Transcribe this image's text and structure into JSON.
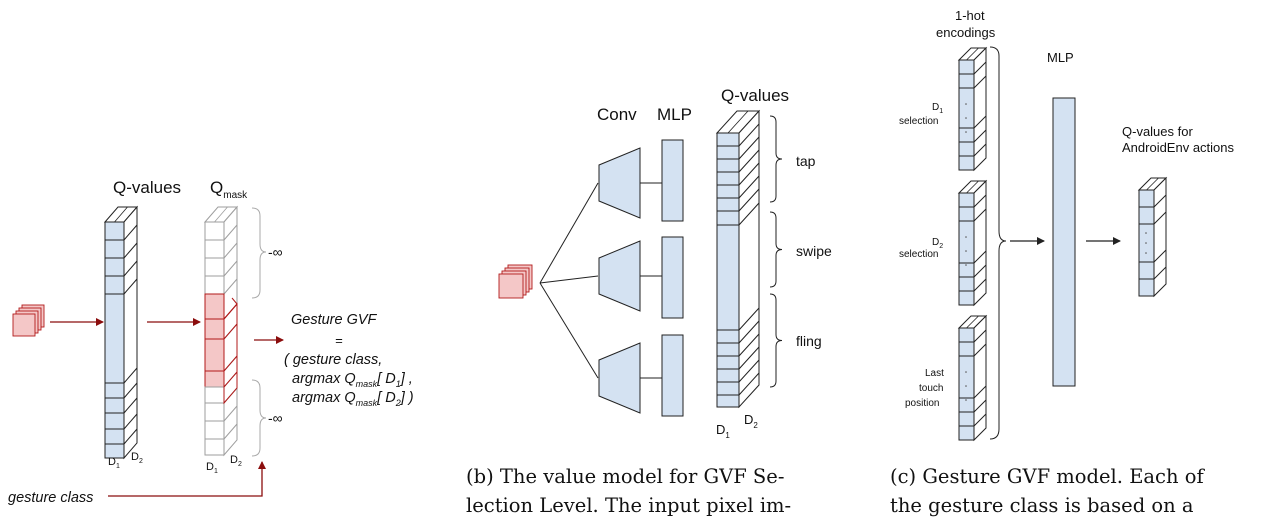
{
  "panel_a": {
    "qvalues_label": "Q-values",
    "qmask_label": "Q",
    "qmask_subscript": "mask",
    "d1": "D",
    "d1_sub": "1",
    "d2": "D",
    "d2_sub": "2",
    "neg_inf_top": "-∞",
    "neg_inf_bottom": "-∞",
    "gvf_title": "Gesture GVF",
    "gvf_equals": "=",
    "gvf_line1": "( gesture class,",
    "gvf_line2_pre": "argmax Q",
    "gvf_line2_sub": "mask",
    "gvf_line2_post": "[ D",
    "gvf_line2_sub2": "1",
    "gvf_line2_end": "] ,",
    "gvf_line3_pre": "argmax Q",
    "gvf_line3_sub": "mask",
    "gvf_line3_post": "[ D",
    "gvf_line3_sub2": "2",
    "gvf_line3_end": "]  )",
    "gesture_class": "gesture class"
  },
  "panel_b": {
    "conv_label": "Conv",
    "mlp_label": "MLP",
    "qvalues_label": "Q-values",
    "tap_label": "tap",
    "swipe_label": "swipe",
    "fling_label": "fling",
    "d1": "D",
    "d1_sub": "1",
    "d2": "D",
    "d2_sub": "2",
    "caption_line1": "(b) The value model for GVF Se-",
    "caption_line2": "lection Level. The input pixel im-"
  },
  "panel_c": {
    "onehot_line1": "1-hot",
    "onehot_line2": "encodings",
    "mlp_label": "MLP",
    "d1_sel_d": "D",
    "d1_sel_sub": "1",
    "d1_sel_word": "selection",
    "d2_sel_d": "D",
    "d2_sel_sub": "2",
    "d2_sel_word": "selection",
    "last_line1": "Last",
    "last_line2": "touch",
    "last_line3": "position",
    "qv_line1": "Q-values for",
    "qv_line2": "AndroidEnv actions",
    "caption_line1": "(c) Gesture GVF model. Each of",
    "caption_line2": "the gesture class is based on a"
  },
  "colors": {
    "blue_fill": "#d4e2f2",
    "pink_fill": "#f4c7c7",
    "red_stroke": "#b21a1a",
    "dark_red_arrow": "#8b0d0d",
    "gray_stroke": "#9e9e9e"
  }
}
